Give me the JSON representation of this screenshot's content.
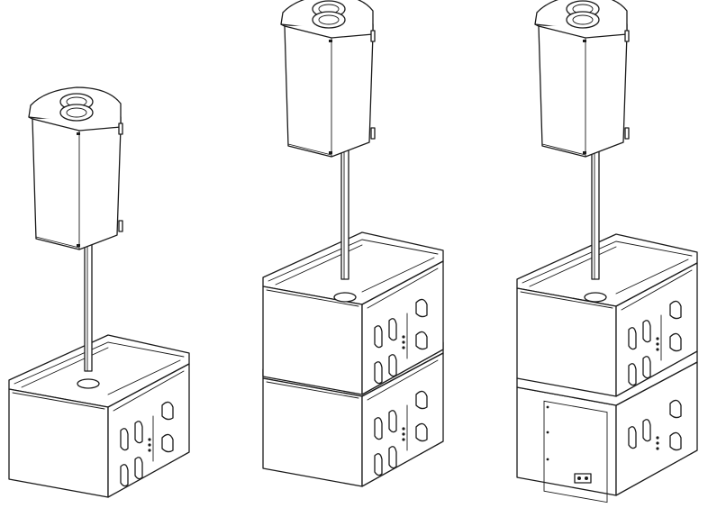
{
  "illustration": {
    "colors": {
      "line": "#1a1a1a",
      "fill": "#ffffff",
      "background": "#ffffff"
    },
    "configurations": [
      {
        "id": "config-1",
        "satellites": 1,
        "subwoofers": 1,
        "subwoofer_orientations": [
          "front"
        ]
      },
      {
        "id": "config-2",
        "satellites": 1,
        "subwoofers": 2,
        "subwoofer_orientations": [
          "front",
          "front"
        ]
      },
      {
        "id": "config-3",
        "satellites": 1,
        "subwoofers": 2,
        "subwoofer_orientations": [
          "front",
          "rear"
        ]
      }
    ]
  }
}
